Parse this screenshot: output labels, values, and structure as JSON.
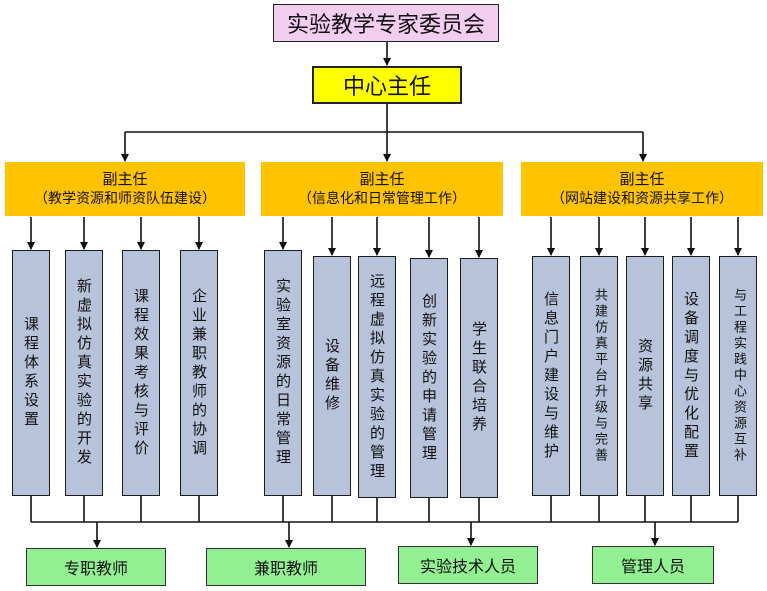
{
  "committee": {
    "label": "实验教学专家委员会",
    "color": "#f2cdf0"
  },
  "director": {
    "label": "中心主任",
    "color": "#ffff00"
  },
  "deputies": [
    {
      "title": "副主任",
      "area": "（教学资源和师资队伍建设）"
    },
    {
      "title": "副主任",
      "area": "（信息化和日常管理工作）"
    },
    {
      "title": "副主任",
      "area": "（网站建设和资源共享工作）"
    }
  ],
  "tasks": [
    [
      "课程体系设置",
      "新虚拟仿真实验的开发",
      "课程效果考核与评价",
      "企业兼职教师的协调"
    ],
    [
      "实验室资源的日常管理",
      "设备维修",
      "远程虚拟仿真实验的管理",
      "创新实验的申请管理",
      "学生联合培养"
    ],
    [
      "信息门户建设与维护",
      "共建仿真平台升级与完善",
      "资源共享",
      "设备调度与优化配置",
      "与工程实践中心资源互补"
    ]
  ],
  "staff": [
    "专职教师",
    "兼职教师",
    "实验技术人员",
    "管理人员"
  ],
  "colors": {
    "deputy": "#ffc300",
    "task": "#b6c3da",
    "staff": "#92f092"
  }
}
